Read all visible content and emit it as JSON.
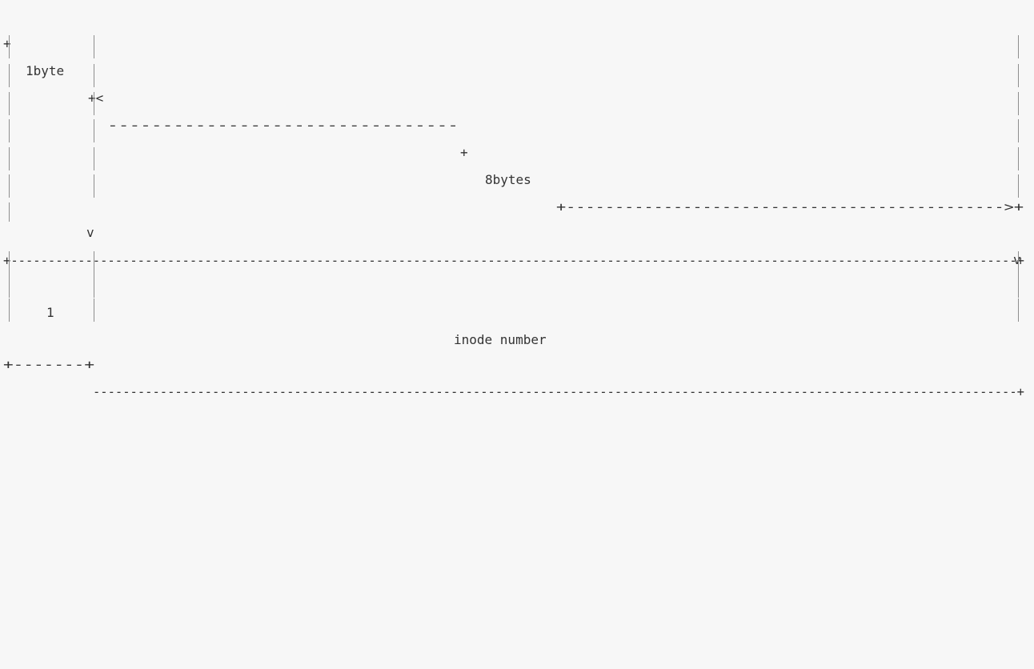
{
  "diagram": {
    "header": {
      "left_plus": "+",
      "byte_label": "1byte",
      "byte_range_start": "+<",
      "dash_left": "--------------------------------",
      "eight_plus": "+",
      "bytes_label": "8bytes",
      "dash_right_plus": "+--------------------------------------------->+"
    },
    "arrow": {
      "left_head": "v",
      "right_head": "v"
    },
    "separators": {
      "top_border": "+---------------------------------------------------------------------------------------------------------------------------------------+",
      "bottom_left": "+-------+",
      "bottom_right": "----------------------------------------------------------------------------------------------------------------------------+"
    },
    "cells": {
      "type_value": "1",
      "inode_label": "inode number"
    }
  }
}
